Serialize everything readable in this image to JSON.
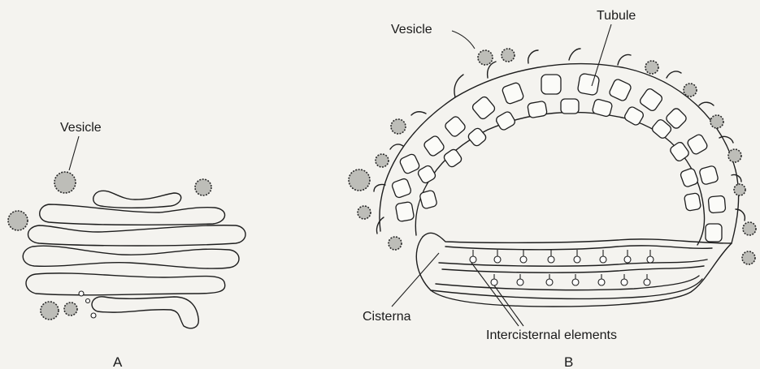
{
  "diagram": {
    "panel_a": {
      "letter": "A",
      "vesicle_label": "Vesicle"
    },
    "panel_b": {
      "letter": "B",
      "vesicle_label": "Vesicle",
      "tubule_label": "Tubule",
      "cisterna_label": "Cisterna",
      "intercisternal_label": "Intercisternal elements"
    }
  }
}
